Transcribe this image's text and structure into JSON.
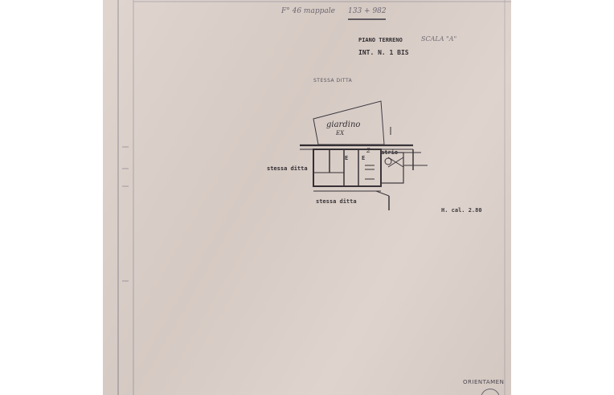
{
  "header": {
    "sheet_ref": "F° 46  mappale",
    "parcel_numbers": "133 + 982",
    "floor_title": "PIANO TERRENO",
    "stair": "SCALA \"A\"",
    "interno": "INT. N. 1 BIS",
    "owner_note": "STESSA DITTA"
  },
  "plan": {
    "garden_label": "giardino",
    "garden_mark": "EX",
    "room_a": "E",
    "room_b": "E",
    "room_b_number": "2",
    "atrio": "atrio",
    "neighbor_left": "stessa ditta",
    "neighbor_bottom": "stessa ditta",
    "height": "H. cal. 2.80"
  },
  "footer": {
    "orientation": "ORIENTAMEN"
  },
  "colors": {
    "paper": "#dcd0c9",
    "ink": "#2f2b30",
    "pencil": "#6b6670"
  }
}
